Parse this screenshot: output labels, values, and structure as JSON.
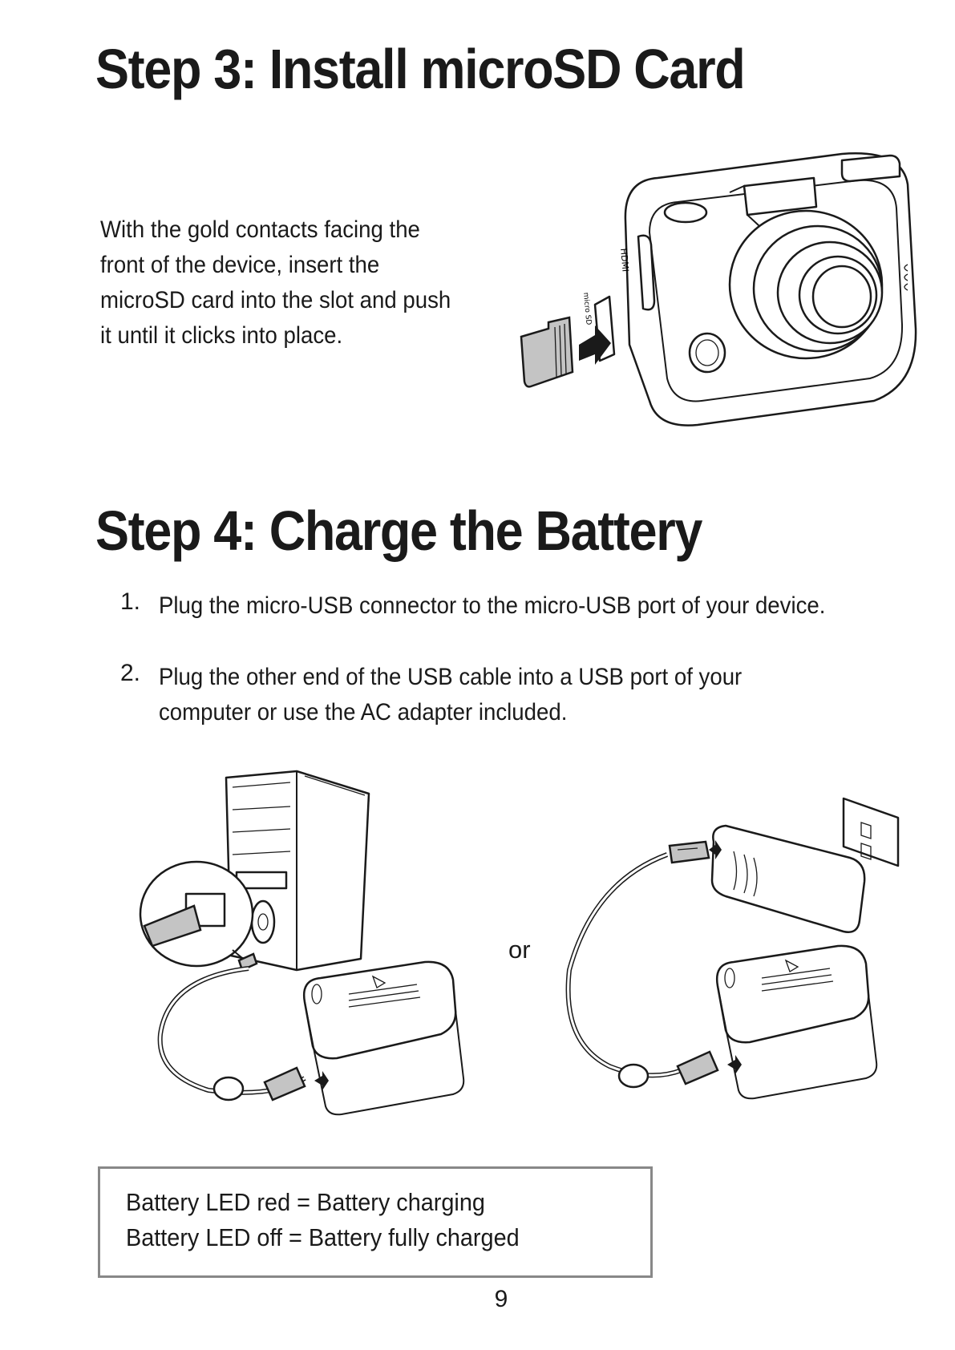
{
  "step3": {
    "heading": "Step 3: Install microSD Card",
    "body_lines": [
      "With the gold contacts facing the",
      "front of the device, insert the",
      "microSD card into the slot and push",
      "it until it clicks into place."
    ],
    "camera_labels": {
      "hdmi": "HDMI",
      "microsd": "micro SD"
    }
  },
  "step4": {
    "heading": "Step 4: Charge the Battery",
    "items": [
      {
        "number": "1.",
        "lines": [
          "Plug the micro-USB connector to the micro-USB port of your device."
        ]
      },
      {
        "number": "2.",
        "lines": [
          "Plug the other end of the USB cable into a USB port of your",
          "computer or use the AC adapter included."
        ]
      }
    ],
    "or_label": "or"
  },
  "note": {
    "lines": [
      "Battery LED red = Battery charging",
      "Battery LED off = Battery fully charged"
    ]
  },
  "page_number": "9"
}
